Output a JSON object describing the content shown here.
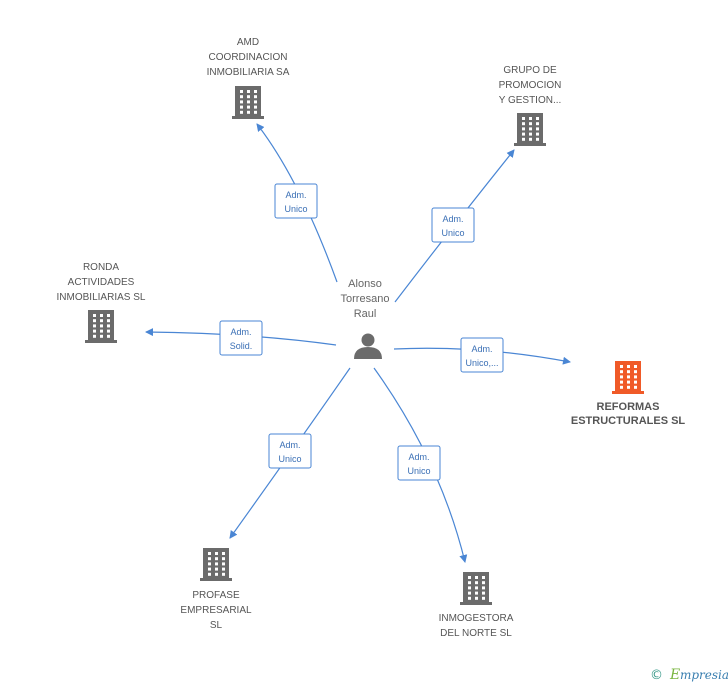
{
  "person": {
    "lines": [
      "Alonso",
      "Torresano",
      "Raul"
    ]
  },
  "companies": [
    {
      "id": "amd",
      "lines": [
        "AMD",
        "COORDINACION",
        "INMOBILIARIA SA"
      ],
      "highlight": false
    },
    {
      "id": "grupo",
      "lines": [
        "GRUPO DE",
        "PROMOCION",
        "Y GESTION..."
      ],
      "highlight": false
    },
    {
      "id": "ronda",
      "lines": [
        "RONDA",
        "ACTIVIDADES",
        "INMOBILIARIAS SL"
      ],
      "highlight": false
    },
    {
      "id": "reformas",
      "lines": [
        "REFORMAS",
        "ESTRUCTURALES SL"
      ],
      "highlight": true
    },
    {
      "id": "profase",
      "lines": [
        "PROFASE",
        "EMPRESARIAL",
        "SL"
      ],
      "highlight": false
    },
    {
      "id": "inmogestora",
      "lines": [
        "INMOGESTORA",
        "DEL NORTE  SL"
      ],
      "highlight": false
    }
  ],
  "edges": [
    {
      "to": "amd",
      "lines": [
        "Adm.",
        "Unico"
      ]
    },
    {
      "to": "grupo",
      "lines": [
        "Adm.",
        "Unico"
      ]
    },
    {
      "to": "ronda",
      "lines": [
        "Adm.",
        "Solid."
      ]
    },
    {
      "to": "reformas",
      "lines": [
        "Adm.",
        "Unico,..."
      ]
    },
    {
      "to": "profase",
      "lines": [
        "Adm.",
        "Unico"
      ]
    },
    {
      "to": "inmogestora",
      "lines": [
        "Adm.",
        "Unico"
      ]
    }
  ],
  "colors": {
    "building": "#6b6b6b",
    "building_highlight": "#f05a28",
    "edge": "#4a86d4",
    "person": "#6b6b6b"
  },
  "branding": {
    "copyright": "©",
    "name": "mpresia",
    "initial": "E"
  }
}
